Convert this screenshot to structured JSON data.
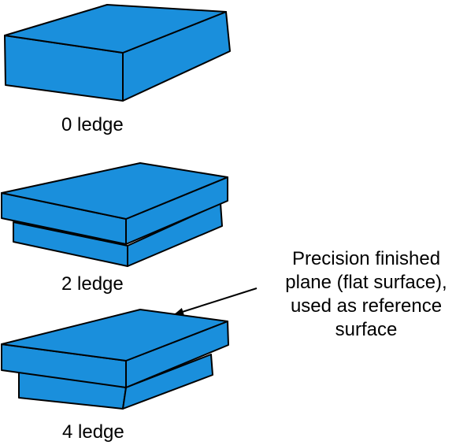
{
  "colors": {
    "block_fill": "#1a8fdc",
    "outline": "#000000",
    "background": "#ffffff"
  },
  "blocks": [
    {
      "label": "0 ledge"
    },
    {
      "label": "2 ledge"
    },
    {
      "label": "4 ledge"
    }
  ],
  "annotation": {
    "lines": [
      "Precision finished",
      "plane (flat surface),",
      "used as reference",
      "surface"
    ]
  }
}
